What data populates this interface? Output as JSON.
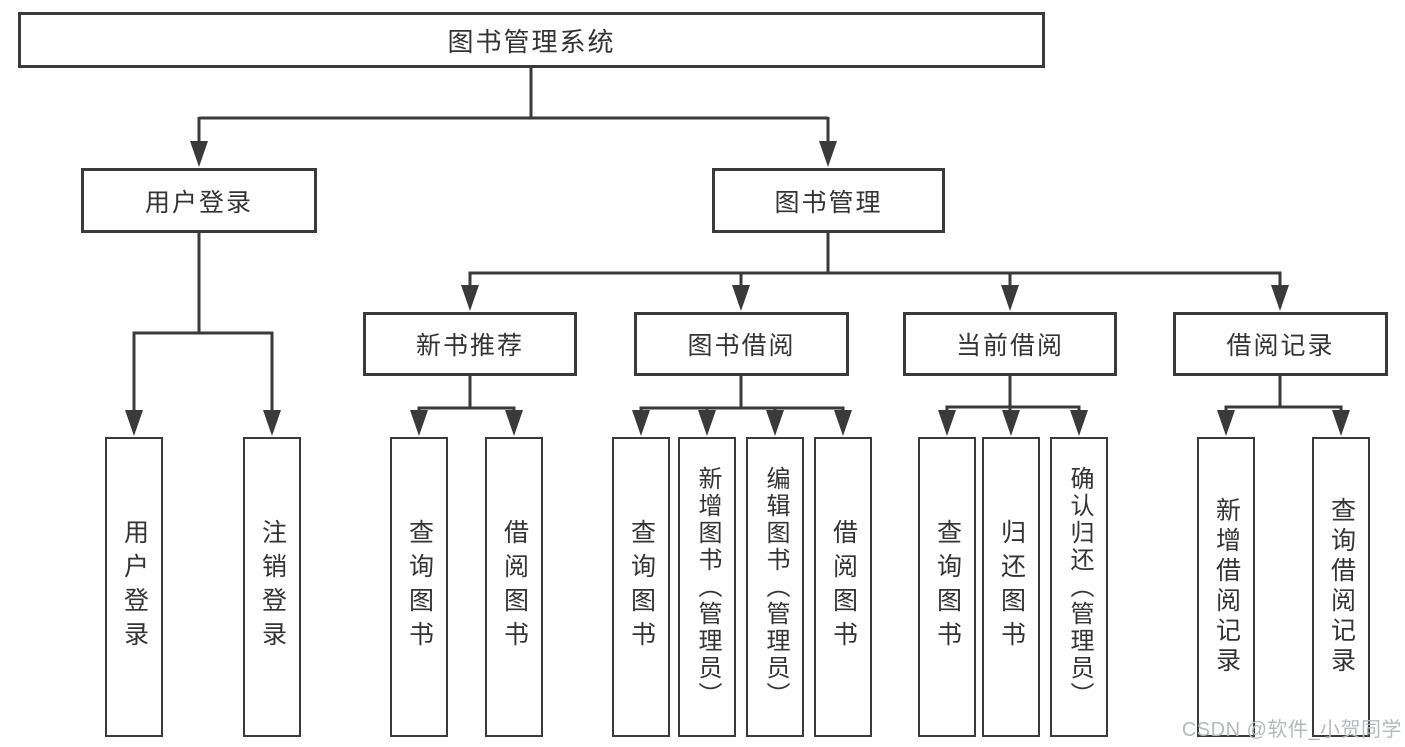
{
  "colors": {
    "line": "#3a3a3a",
    "text": "#333333",
    "watermark": "#b6b9bc",
    "background": "#ffffff"
  },
  "watermark": "CSDN @软件_小贺同学",
  "tree": {
    "root": {
      "label": "图书管理系统"
    },
    "branches": [
      {
        "label": "用户登录",
        "children": [
          {
            "label": "用户登录"
          },
          {
            "label": "注销登录"
          }
        ]
      },
      {
        "label": "图书管理",
        "children": [
          {
            "label": "新书推荐",
            "children": [
              {
                "label": "查询图书"
              },
              {
                "label": "借阅图书"
              }
            ]
          },
          {
            "label": "图书借阅",
            "children": [
              {
                "label": "查询图书"
              },
              {
                "label": "新增图书（管理员）"
              },
              {
                "label": "编辑图书（管理员）"
              },
              {
                "label": "借阅图书"
              }
            ]
          },
          {
            "label": "当前借阅",
            "children": [
              {
                "label": "查询图书"
              },
              {
                "label": "归还图书"
              },
              {
                "label": "确认归还（管理员）"
              }
            ]
          },
          {
            "label": "借阅记录",
            "children": [
              {
                "label": "新增借阅记录"
              },
              {
                "label": "查询借阅记录"
              }
            ]
          }
        ]
      }
    ]
  }
}
